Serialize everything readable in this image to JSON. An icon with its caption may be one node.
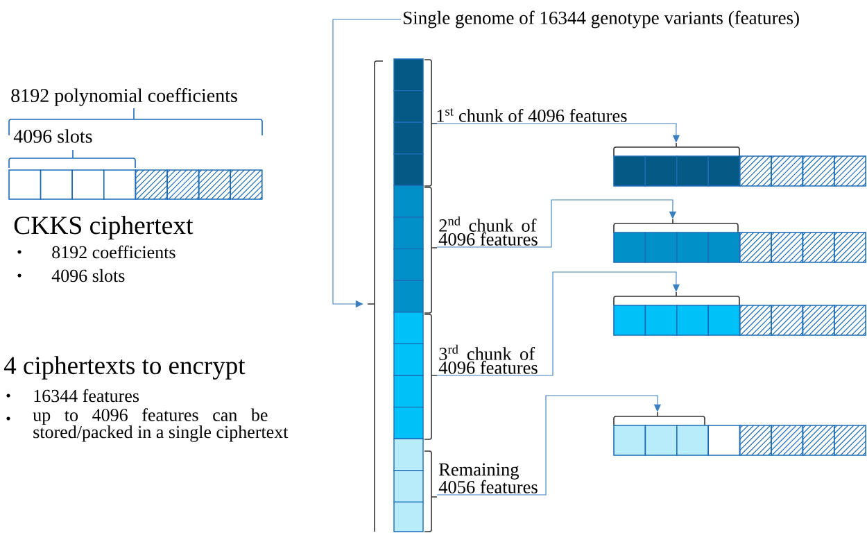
{
  "diagram": {
    "nodes": [
      {
        "text": [
          "Single genome of 16344 genotype variants (features)"
        ]
      },
      {
        "text": [],
        "shape": "bar"
      },
      {
        "text": [
          "1$^{st}$ chunk of 4096 features"
        ]
      },
      {
        "text": [
          "2$^{nd}$ chunk of 4096 features"
        ]
      },
      {
        "text": [
          "3$^{rd}$ chunk of 4096 features"
        ]
      },
      {
        "text": [
          "Remaining 4056 features"
        ]
      },
      {
        "text": [],
        "shape": "bar"
      },
      {
        "text": [],
        "shape": "bar"
      },
      {
        "text": [],
        "shape": "bar"
      },
      {
        "text": [],
        "shape": "bar"
      },
      {
        "text": [],
        "shape": "bar"
      }
    ],
    "edges": [
      {
        "from": 0,
        "to": 1,
        "arrow": "to"
      },
      {
        "from": 2,
        "to": 6,
        "arrow": "to"
      },
      {
        "from": 3,
        "to": 7,
        "arrow": "to"
      },
      {
        "from": 4,
        "to": 8,
        "arrow": "to"
      },
      {
        "from": 5,
        "to": 9,
        "arrow": "to"
      }
    ],
    "labels": [
      "8192 polynomial coefficients",
      "4096 slots",
      "CKKS ciphertext",
      "8192 coefficients",
      "4096 slots",
      "4 ciphertexts to encrypt",
      "16344 features",
      "up to 4096 features can be stored/packed in a single ciphertext"
    ]
  }
}
